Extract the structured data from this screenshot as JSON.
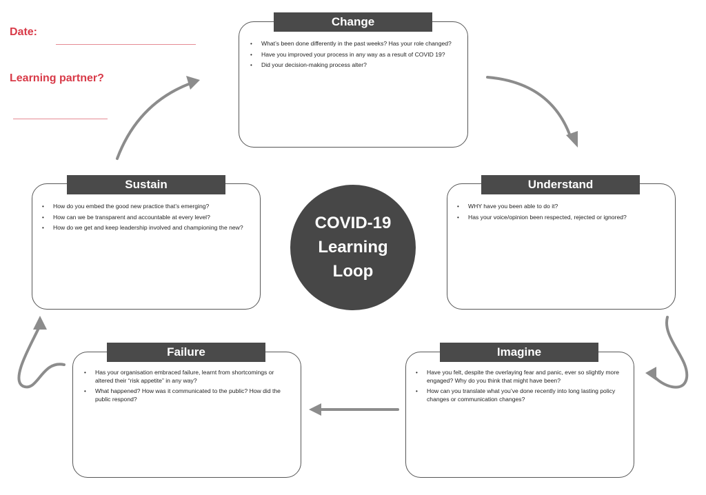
{
  "form": {
    "date_label": "Date:",
    "partner_label": "Learning partner?"
  },
  "center": {
    "line1": "COVID-19",
    "line2": "Learning",
    "line3": "Loop"
  },
  "stages": {
    "change": {
      "title": "Change",
      "questions": [
        "What’s been done differently in the past weeks? Has your role changed?",
        "Have you improved your process in any way as a result of COVID 19?",
        "Did your decision-making process alter?"
      ]
    },
    "understand": {
      "title": "Understand",
      "questions": [
        "WHY have you been able to do it?",
        "Has your voice/opinion been respected, rejected or ignored?"
      ]
    },
    "imagine": {
      "title": "Imagine",
      "questions": [
        "Have you felt, despite the overlaying fear and panic, ever so slightly more engaged? Why do you think that might have been?",
        "How can you translate what you’ve done recently into long lasting policy changes or communication changes?"
      ]
    },
    "failure": {
      "title": "Failure",
      "questions": [
        "Has your organisation embraced failure, learnt from shortcomings or altered their “risk appetite” in any way?",
        "What happened? How was it communicated to the public? How did the public respond?"
      ]
    },
    "sustain": {
      "title": "Sustain",
      "questions": [
        "How do you embed the good new practice that’s emerging?",
        "How can we be transparent and accountable at every level?",
        "How do we get and keep leadership involved and championing the new?"
      ]
    }
  },
  "colors": {
    "accent": "#d83a48",
    "tag": "#4a4a4a",
    "arrow": "#8c8c8c"
  }
}
